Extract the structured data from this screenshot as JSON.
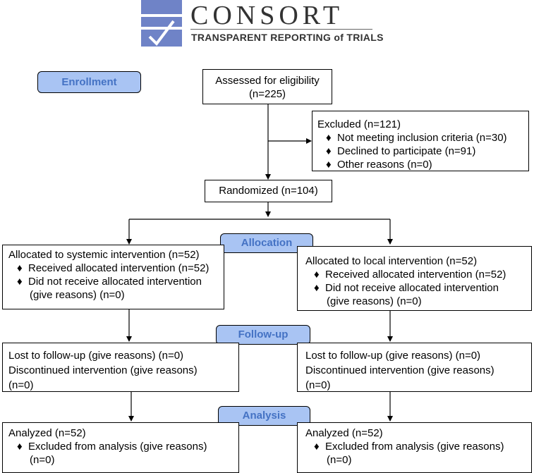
{
  "logo": {
    "word": "CONSORT",
    "tagline": "TRANSPARENT REPORTING of TRIALS",
    "mark_color": "#6f83c7"
  },
  "stages": {
    "enrollment": "Enrollment",
    "allocation": "Allocation",
    "followup": "Follow-up",
    "analysis": "Analysis"
  },
  "assessed": {
    "line1": "Assessed for eligibility",
    "line2": "(n=225)"
  },
  "excluded": {
    "title": "Excluded (n=121)",
    "items": [
      "Not meeting inclusion criteria (n=30)",
      "Declined to participate (n=91)",
      "Other reasons (n=0)"
    ]
  },
  "randomized": "Randomized (n=104)",
  "allocation": {
    "left": {
      "title": "Allocated to systemic intervention (n=52)",
      "received": "Received allocated intervention (n=52)",
      "not_received": "Did not receive allocated intervention",
      "not_received_cont": "(give reasons) (n=0)"
    },
    "right": {
      "title": "Allocated to local intervention (n=52)",
      "received": "Received allocated intervention (n=52)",
      "not_received": "Did not receive allocated intervention",
      "not_received_cont": "(give reasons) (n=0)"
    }
  },
  "followup": {
    "left": {
      "lost": "Lost to follow-up (give reasons) (n=0)",
      "discontinued": "Discontinued intervention (give reasons)",
      "discontinued_cont": "(n=0)"
    },
    "right": {
      "lost": "Lost to follow-up (give reasons) (n=0)",
      "discontinued": "Discontinued intervention (give reasons)",
      "discontinued_cont": "(n=0)"
    }
  },
  "analysis": {
    "left": {
      "analyzed": "Analyzed (n=52)",
      "excluded": "Excluded from analysis (give reasons)",
      "excluded_cont": "(n=0)"
    },
    "right": {
      "analyzed": "Analyzed (n=52)",
      "excluded": "Excluded from analysis (give reasons)",
      "excluded_cont": "(n=0)"
    }
  },
  "bullet_symbol": "♦",
  "colors": {
    "stage_fill": "#a9c4f3",
    "stage_text": "#4472c4",
    "line": "#000000"
  }
}
